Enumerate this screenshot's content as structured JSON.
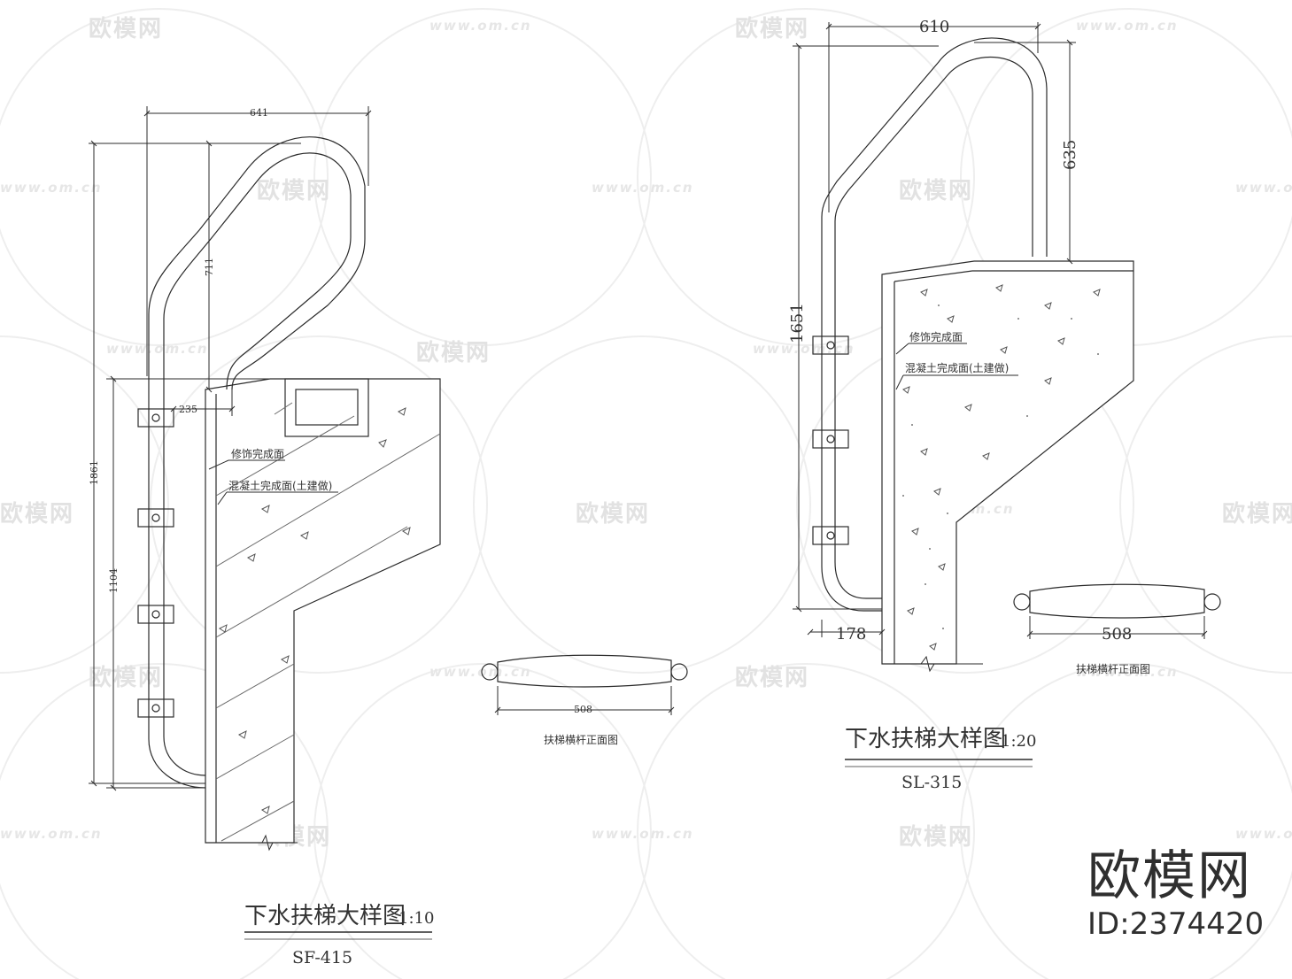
{
  "watermark": {
    "brand": "欧模网",
    "url": "www.om.cn"
  },
  "brand_corner": {
    "name": "欧模网",
    "id": "ID:2374420"
  },
  "left_drawing": {
    "dims": {
      "top_width": "641",
      "upper_height": "711",
      "total_height": "1861",
      "lower_height": "1104",
      "offset": "235"
    },
    "notes": {
      "finish_surface": "修饰完成面",
      "concrete_surface": "混凝土完成面(土建做)"
    },
    "rung_caption": "扶梯横杆正面图",
    "rung_width": "508",
    "title": "下水扶梯大样图",
    "scale": "1:10",
    "model": "SF-415"
  },
  "right_drawing": {
    "dims": {
      "top_width": "610",
      "upper_height": "635",
      "total_height": "1651",
      "offset": "178"
    },
    "notes": {
      "finish_surface": "修饰完成面",
      "concrete_surface": "混凝土完成面(土建做)"
    },
    "rung_caption": "扶梯横杆正面图",
    "rung_width": "508",
    "title": "下水扶梯大样图",
    "scale": "1:20",
    "model": "SL-315"
  },
  "colors": {
    "line": "#2b2b2b",
    "watermark": "#e2e2e2"
  }
}
